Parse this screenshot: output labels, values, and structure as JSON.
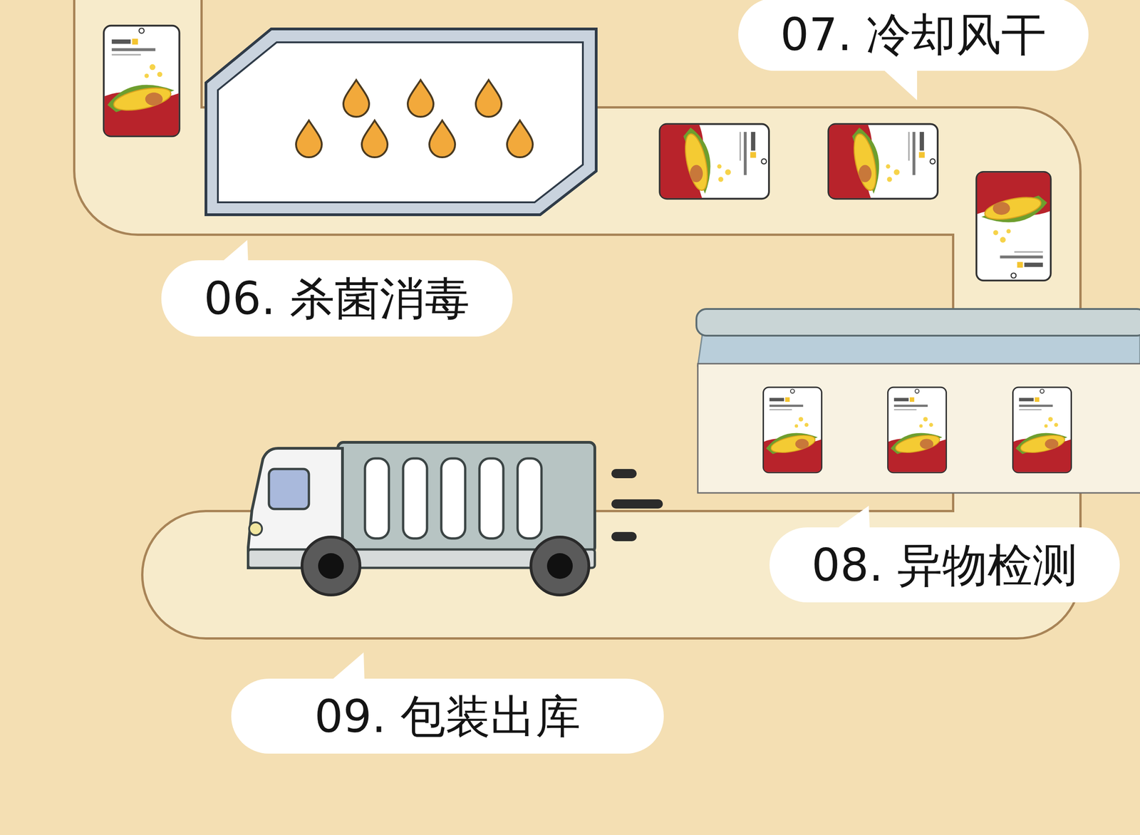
{
  "diagram": {
    "nodes": [
      {
        "text": [
          "06. 杀菌消毒"
        ]
      },
      {
        "text": [
          "07. 冷却风干"
        ]
      },
      {
        "text": [
          "08. 异物检测"
        ]
      },
      {
        "text": [
          "09. 包装出库"
        ]
      }
    ]
  }
}
